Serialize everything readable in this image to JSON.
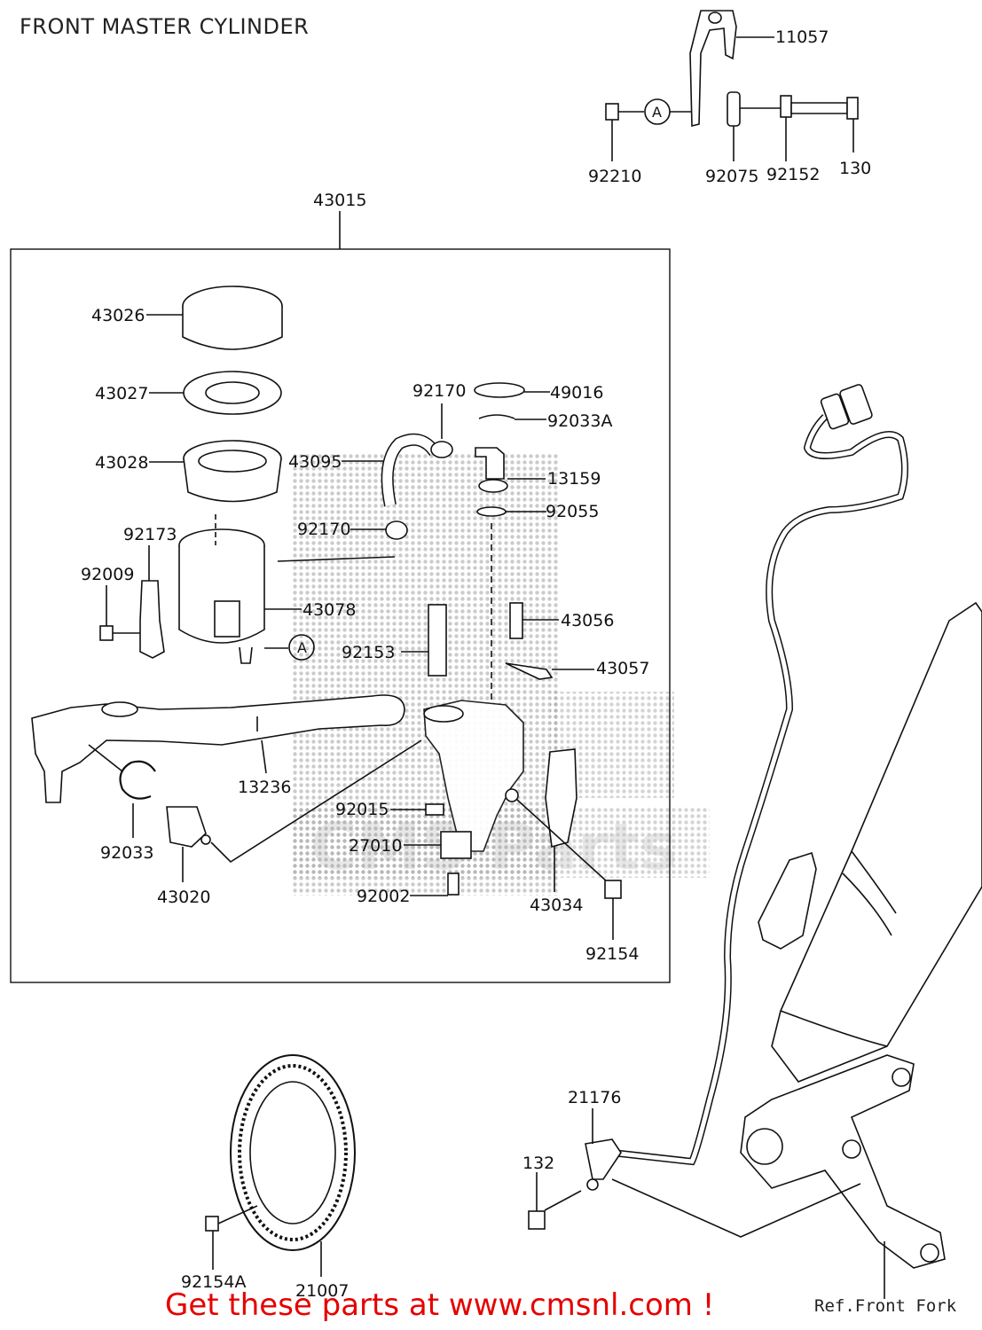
{
  "title": "FRONT MASTER CYLINDER",
  "promo": "Get these parts at www.cmsnl.com !",
  "ref_label": "Ref.Front Fork",
  "circle_marker": "A",
  "watermark": "CMS Parts",
  "parts": {
    "p11057": "11057",
    "p92210": "92210",
    "p92075": "92075",
    "p92152": "92152",
    "p130": "130",
    "p43015": "43015",
    "p43026": "43026",
    "p43027": "43027",
    "p43028": "43028",
    "p92170a": "92170",
    "p49016": "49016",
    "p92033a": "92033A",
    "p43095": "43095",
    "p13159": "13159",
    "p92170b": "92170",
    "p92055": "92055",
    "p92173": "92173",
    "p92009": "92009",
    "p43078": "43078",
    "p43056": "43056",
    "p92153": "92153",
    "p43057": "43057",
    "p13236": "13236",
    "p92033": "92033",
    "p92015": "92015",
    "p27010": "27010",
    "p43020": "43020",
    "p92002": "92002",
    "p43034": "43034",
    "p92154": "92154",
    "p21176": "21176",
    "p132": "132",
    "p92154a": "92154A",
    "p21007": "21007"
  }
}
